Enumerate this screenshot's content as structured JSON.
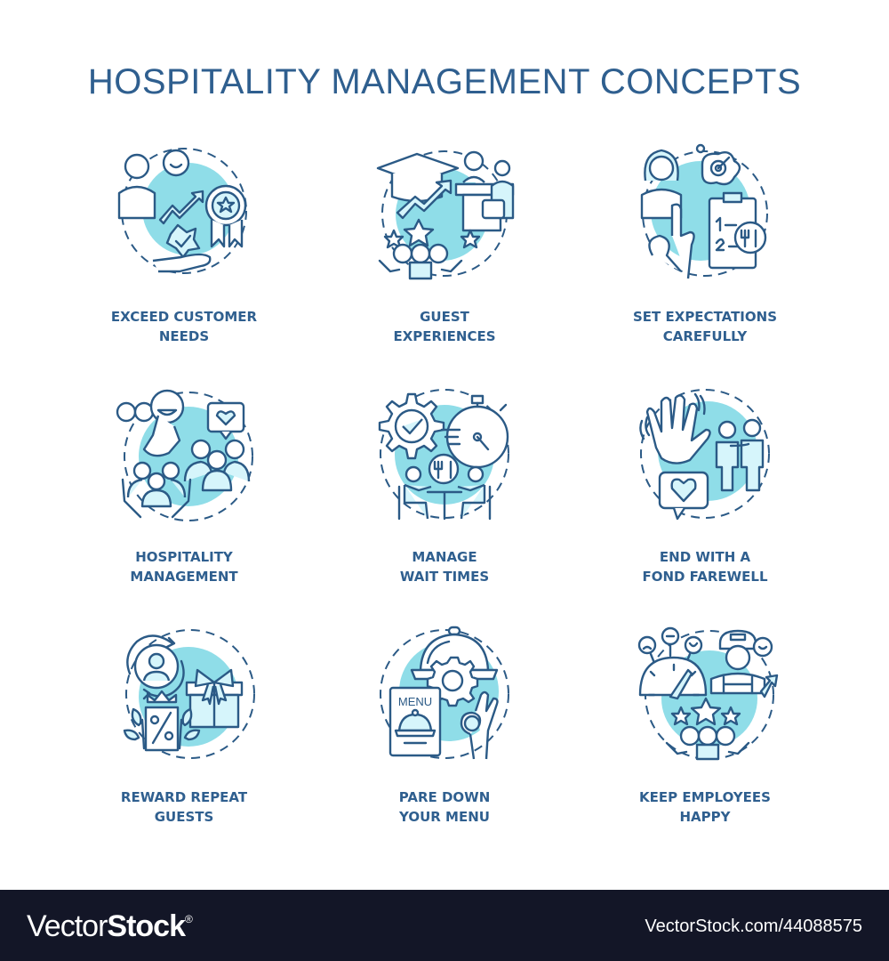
{
  "title": "HOSPITALITY MANAGEMENT CONCEPTS",
  "colors": {
    "title_text": "#2f5f8f",
    "label_text": "#2f5f8f",
    "icon_stroke": "#2b5a86",
    "icon_accent_fill": "#8fdde8",
    "icon_light_fill": "#d6f5fb",
    "background": "#ffffff",
    "footer_background": "#131627",
    "footer_text": "#ffffff"
  },
  "concepts": [
    {
      "icon": "exceed-customer-needs-icon",
      "line1": "EXCEED CUSTOMER",
      "line2": "NEEDS"
    },
    {
      "icon": "guest-experiences-icon",
      "line1": "GUEST",
      "line2": "EXPERIENCES"
    },
    {
      "icon": "set-expectations-icon",
      "line1": "SET EXPECTATIONS",
      "line2": "CAREFULLY"
    },
    {
      "icon": "hospitality-management-icon",
      "line1": "HOSPITALITY",
      "line2": "MANAGEMENT"
    },
    {
      "icon": "manage-wait-times-icon",
      "line1": "MANAGE",
      "line2": "WAIT TIMES"
    },
    {
      "icon": "fond-farewell-icon",
      "line1": "END WITH A",
      "line2": "FOND FAREWELL"
    },
    {
      "icon": "reward-repeat-guests-icon",
      "line1": "REWARD REPEAT",
      "line2": "GUESTS"
    },
    {
      "icon": "pare-down-menu-icon",
      "line1": "PARE DOWN",
      "line2": "YOUR MENU"
    },
    {
      "icon": "keep-employees-happy-icon",
      "line1": "KEEP EMPLOYEES",
      "line2": "HAPPY"
    }
  ],
  "footer": {
    "brand_light": "Vector",
    "brand_bold": "Stock",
    "brand_mark": "®",
    "url": "VectorStock.com/44088575"
  }
}
